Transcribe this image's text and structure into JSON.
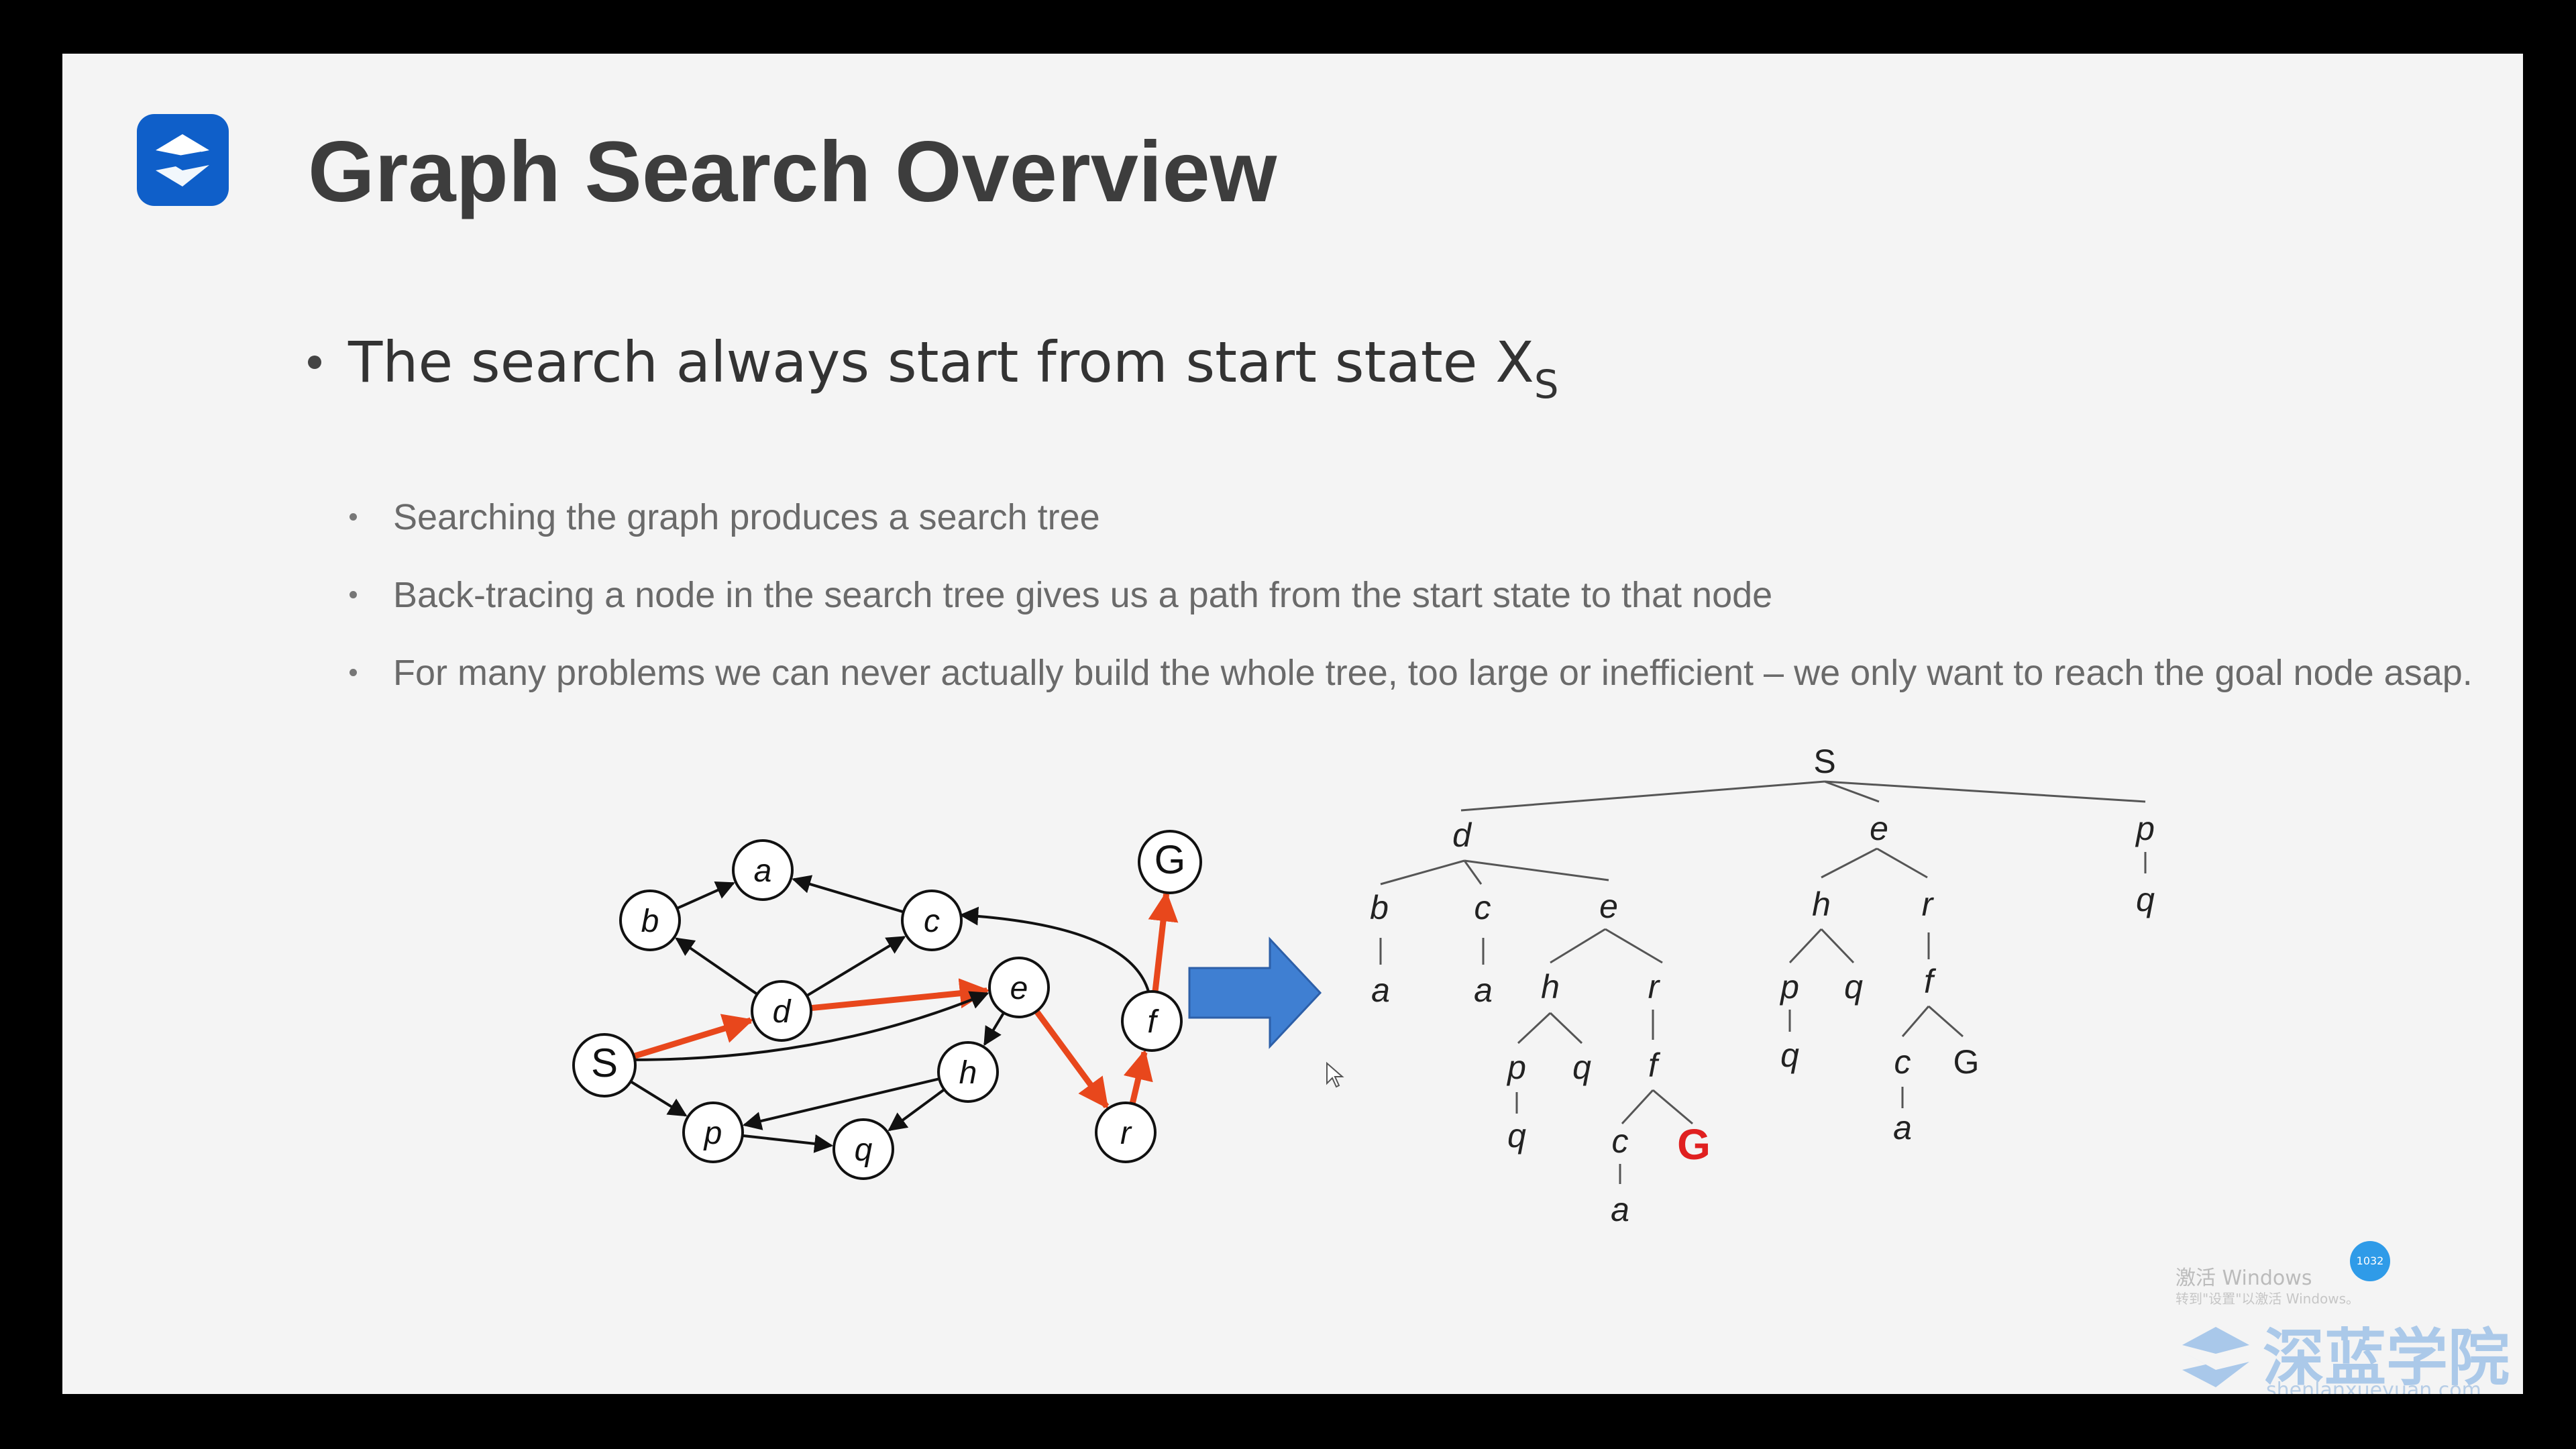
{
  "slide": {
    "title": "Graph Search Overview",
    "main_bullet": "The search always start from start state X",
    "main_bullet_sub": "S",
    "sub_bullets": [
      "Searching the graph produces a search tree",
      "Back-tracing a node in the search tree gives us a path from the start state to that node",
      "For many problems we can never actually build the whole tree, too large or inefficient – we only want to reach the goal node asap."
    ]
  },
  "graph": {
    "nodes": [
      {
        "id": "S",
        "label": "S"
      },
      {
        "id": "a",
        "label": "a"
      },
      {
        "id": "b",
        "label": "b"
      },
      {
        "id": "c",
        "label": "c"
      },
      {
        "id": "d",
        "label": "d"
      },
      {
        "id": "e",
        "label": "e"
      },
      {
        "id": "f",
        "label": "f"
      },
      {
        "id": "G",
        "label": "G"
      },
      {
        "id": "h",
        "label": "h"
      },
      {
        "id": "p",
        "label": "p"
      },
      {
        "id": "q",
        "label": "q"
      },
      {
        "id": "r",
        "label": "r"
      }
    ],
    "edges": [
      {
        "from": "S",
        "to": "d",
        "highlight": true
      },
      {
        "from": "d",
        "to": "e",
        "highlight": true
      },
      {
        "from": "e",
        "to": "r",
        "highlight": true
      },
      {
        "from": "r",
        "to": "f",
        "highlight": true
      },
      {
        "from": "f",
        "to": "G",
        "highlight": true
      },
      {
        "from": "S",
        "to": "e",
        "highlight": false
      },
      {
        "from": "S",
        "to": "p",
        "highlight": false
      },
      {
        "from": "d",
        "to": "b",
        "highlight": false
      },
      {
        "from": "d",
        "to": "c",
        "highlight": false
      },
      {
        "from": "b",
        "to": "a",
        "highlight": false
      },
      {
        "from": "c",
        "to": "a",
        "highlight": false
      },
      {
        "from": "e",
        "to": "h",
        "highlight": false
      },
      {
        "from": "h",
        "to": "p",
        "highlight": false
      },
      {
        "from": "h",
        "to": "q",
        "highlight": false
      },
      {
        "from": "p",
        "to": "q",
        "highlight": false
      },
      {
        "from": "f",
        "to": "c",
        "highlight": false
      }
    ],
    "highlight_color": "#e8471c"
  },
  "tree_labels": {
    "root": "S",
    "d": "d",
    "e": "e",
    "p": "p",
    "b": "b",
    "c": "c",
    "e2": "e",
    "h": "h",
    "r": "r",
    "q": "q",
    "a": "a",
    "a2": "a",
    "h2": "h",
    "r2": "r",
    "p2": "p",
    "q2": "q",
    "f": "f",
    "p3": "p",
    "q3": "q",
    "f2": "f",
    "q4": "q",
    "c2": "c",
    "G": "G",
    "q5": "q",
    "c3": "c",
    "G2": "G",
    "a3": "a",
    "a4": "a"
  },
  "goal_color": "#e02020",
  "arrow_color": "#3f7fd2",
  "watermark": {
    "activate_line1": "激活 Windows",
    "activate_line2": "转到\"设置\"以激活 Windows。",
    "badge": "1032",
    "brand": "深蓝学院",
    "url": "shenlanxueyuan.com"
  }
}
